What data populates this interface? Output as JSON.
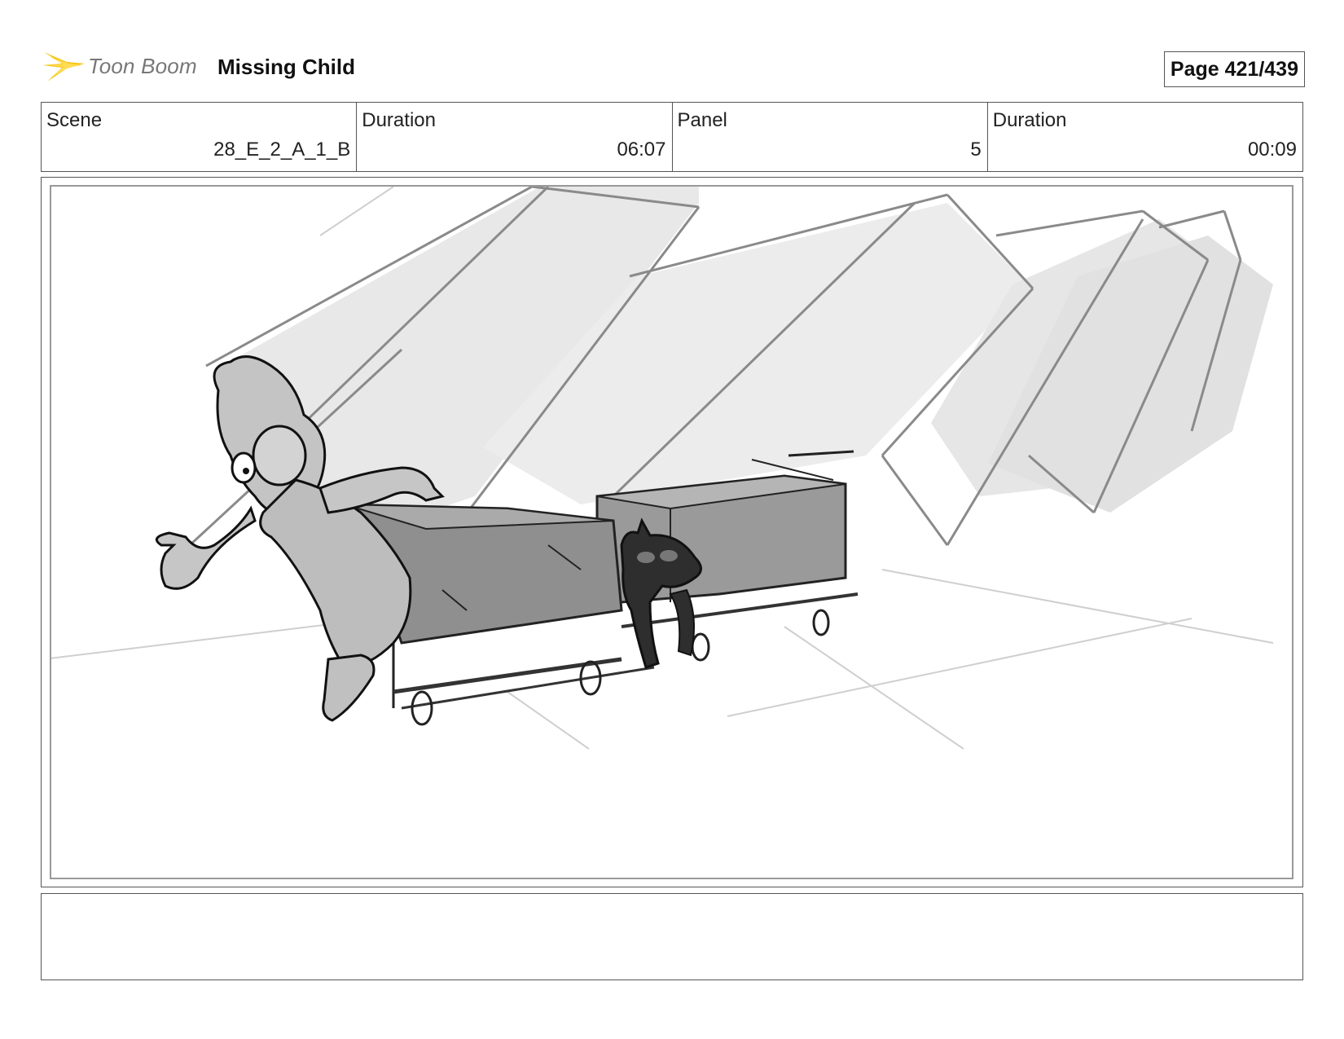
{
  "header": {
    "logo_text": "Toon Boom",
    "project_title": "Missing Child",
    "page_label": "Page 421/439"
  },
  "info": [
    {
      "label": "Scene",
      "value": "28_E_2_A_1_B"
    },
    {
      "label": "Duration",
      "value": "06:07"
    },
    {
      "label": "Panel",
      "value": "5"
    },
    {
      "label": "Duration",
      "value": "00:09"
    }
  ],
  "panel": {
    "image_description_icon": "storyboard-sketch"
  },
  "notes": {
    "text": ""
  },
  "colors": {
    "border": "#555555",
    "logo_accent": "#f5c518",
    "sketch_light": "#e6e6e6",
    "sketch_mid": "#9a9a9a",
    "sketch_dark": "#3a3a3a"
  }
}
